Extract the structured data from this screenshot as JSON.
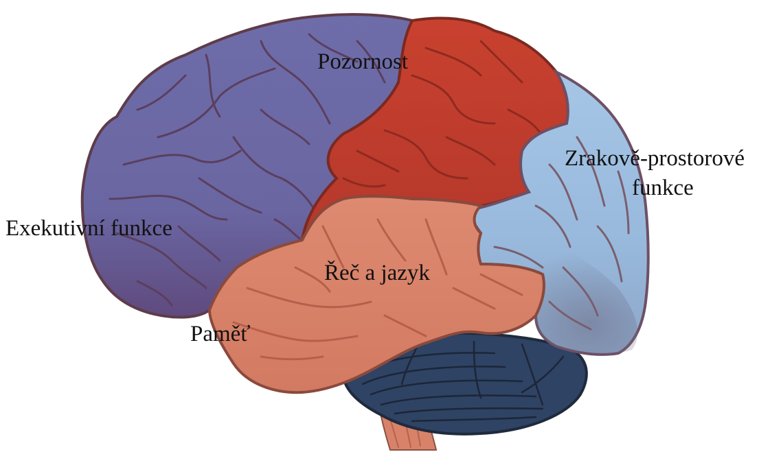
{
  "labels": {
    "attention": "Pozornost",
    "visuospatial_line1": "Zrakově-prostorové",
    "visuospatial_line2": "funkce",
    "executive": "Exekutivní funkce",
    "language": "Řeč a jazyk",
    "memory": "Paměť"
  },
  "colors": {
    "frontal": "#6b6aa6",
    "frontal_dark": "#5a4d86",
    "parietal": "#c0392b",
    "parietal_dark": "#9e2f24",
    "occipital": "#9bbde0",
    "temporal": "#d9826a",
    "temporal_dark": "#c46d57",
    "cerebellum": "#2f4364",
    "brainstem": "#d9826a",
    "outline": "#5e3c4a",
    "label_text": "#111111"
  }
}
